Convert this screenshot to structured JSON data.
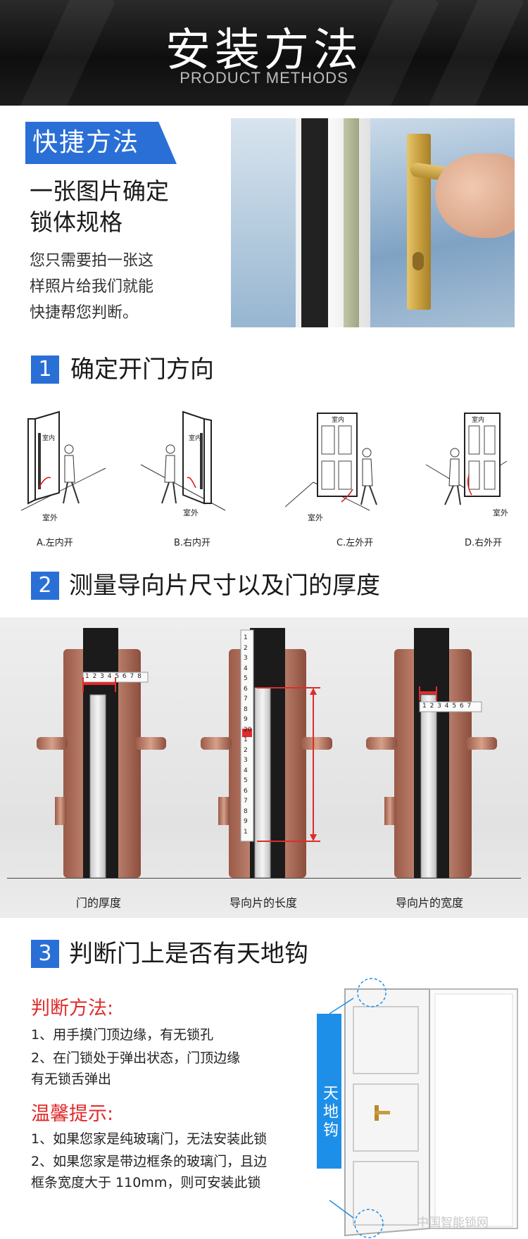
{
  "header": {
    "title": "安装方法",
    "subtitle": "PRODUCT METHODS"
  },
  "quick": {
    "badge": "快捷方法",
    "heading_line1": "一张图片确定",
    "heading_line2": "锁体规格",
    "desc_line1": "您只需要拍一张这",
    "desc_line2": "样照片给我们就能",
    "desc_line3": "快捷帮您判断。"
  },
  "section1": {
    "num": "1",
    "title": "确定开门方向",
    "indoor": "室内",
    "outdoor": "室外",
    "captions": [
      "A.左内开",
      "B.右内开",
      "C.左外开",
      "D.右外开"
    ]
  },
  "section2": {
    "num": "2",
    "title": "测量导向片尺寸以及门的厚度",
    "captions": [
      "门的厚度",
      "导向片的长度",
      "导向片的宽度"
    ],
    "ruler_h": "1 2 3 4 5 6 7 8",
    "ruler_v": "1 2 3 4 5 6 7 8 9 20 1 2 3 4 5 6 7 8 9 1",
    "ruler_small": "1 2 3 4 5 6 7"
  },
  "section3": {
    "num": "3",
    "title": "判断门上是否有天地钩",
    "judge_heading": "判断方法:",
    "judge_1": "1、用手摸门顶边缘，有无锁孔",
    "judge_2a": "2、在门锁处于弹出状态，门顶边缘",
    "judge_2b": "有无锁舌弹出",
    "tip_heading": "温馨提示:",
    "tip_1": "1、如果您家是纯玻璃门，无法安装此锁",
    "tip_2a": "2、如果您家是带边框条的玻璃门，且边",
    "tip_2b": "框条宽度大于 110mm，则可安装此锁",
    "hook_label": "天地钩"
  },
  "watermark": "中国智能锁网",
  "colors": {
    "accent": "#2a6fd6",
    "warning": "#e02b2b",
    "hook": "#1e8fe8"
  }
}
